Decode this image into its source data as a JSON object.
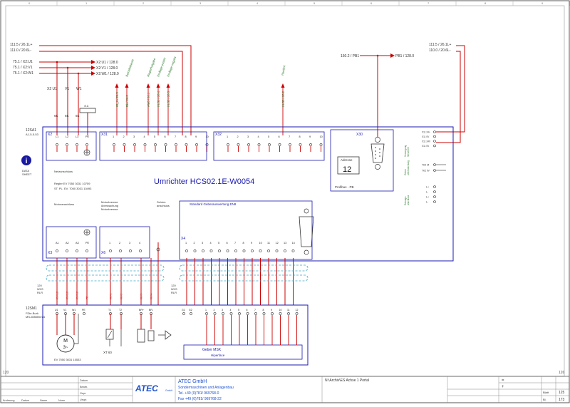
{
  "ruler": {
    "top": [
      "0",
      "1",
      "2",
      "3",
      "4",
      "5",
      "6",
      "7",
      "8",
      "9"
    ],
    "left_mark": "120",
    "right_mark": "126"
  },
  "device": {
    "title": "Umrichter HCS02.1E-W0054",
    "ref": "12SA1",
    "ref_sub": "A1-5-5-53",
    "data_sheet": "DATA\nSHEET",
    "info_icon_label": "i",
    "left_notes": [
      "Netzanschluss",
      "Regler EV 7050 3031 10759",
      "ST. PL. EV. 7050 3031 10493"
    ],
    "address_label": "Adresse",
    "address_value": "12",
    "profibus_label": "Profibus - PB",
    "encoder_title": "Standard Geberauswertung EN8",
    "lower_labels": [
      "Motoranschluss",
      "Motorbremse\nüberwachung\nMotorbremse",
      "Schirm\nanschluss"
    ]
  },
  "connectors": {
    "x2": "X2",
    "x31": "X31",
    "x32": "X32",
    "x30": "X30",
    "x3": "X3",
    "x6": "X6",
    "x4": "X4",
    "x2_pins": [
      "L1",
      "L2",
      "L3",
      "PE"
    ],
    "x31_pins": [
      "1",
      "2",
      "3",
      "4",
      "5",
      "6",
      "7",
      "8",
      "9",
      "10"
    ],
    "x32_pins": [
      "1",
      "2",
      "3",
      "4",
      "5",
      "6",
      "7",
      "8",
      "9",
      "10"
    ],
    "x3_pins": [
      "A1",
      "A2",
      "A3",
      "PE"
    ],
    "x6_pins": [
      "1",
      "2",
      "3",
      "4"
    ],
    "x4_pins": [
      "1",
      "2",
      "3",
      "4",
      "5",
      "6",
      "7",
      "8",
      "9",
      "10",
      "11",
      "12",
      "13",
      "14"
    ],
    "x31_signals": [
      "IO_II / 26.3",
      "Bb / 26.2",
      "AM0 / 26.1",
      "HLS1 / 26.4",
      "HLS2 / 26.5"
    ],
    "x31_signal_tags": [
      "Betriebsbereit",
      "Reglerfreigabe",
      "Endlage positiv",
      "Endlage negativ"
    ],
    "x32_signal": "HLS2 / 26.2",
    "x32_tag": "Rastiert"
  },
  "supply": {
    "left": [
      "111.5 / 26.1L+",
      "111.0 / 20.6L-"
    ],
    "right": [
      "111.5 / 26.1L+",
      "110.0 / 20.6L-"
    ],
    "phases_left": [
      "75.1 / X2:U1",
      "75.1 / X2:V1",
      "75.1 / X2:W1"
    ],
    "phases_right": [
      "X2:U1 / 128.0",
      "X2:V1 / 128.0",
      "X2:W1 / 128.0"
    ],
    "pb_left": "150.2 / PB1",
    "pb_right": "PB1 / 128.0",
    "x2_taps": [
      "X2 U1",
      "V1",
      "W1"
    ],
    "fuse_label": "4.1",
    "x2_taps_sub": [
      "6K",
      "6K",
      "6K"
    ]
  },
  "motor": {
    "ref": "12SM1",
    "sub": "FDie-Burk\nMS-6550Brm-6",
    "symbol_top": "M",
    "symbol_bottom": "3~",
    "part_number": "EV 7050 3031 10533",
    "brake_label": "XT 60",
    "encoder_box": "Geber MSK",
    "encoder_sub": "Hiperface",
    "cable_labels": [
      "X3 / 1.2",
      "X3 / 2.2",
      "X3 / 3.2",
      "PE",
      "X6 / 1",
      "X6 / 2",
      "X6 / 3",
      "X6 / 4"
    ],
    "cable_left_tag": "120\nW1S\nRLR",
    "cable_right_tag": "120\nW1S\nRLR",
    "lower_pins": [
      "U1",
      "V1",
      "W1",
      "PE",
      "T1",
      "T2",
      "BR+",
      "BR-",
      "G1",
      "G2"
    ],
    "encoder_pins": [
      "1",
      "2",
      "3",
      "4",
      "5",
      "6",
      "7",
      "8",
      "9",
      "10",
      "11",
      "12"
    ]
  },
  "right_side": {
    "terms": [
      "X11 24+",
      "X11 0V",
      "X11 24V",
      "X11 0V"
    ],
    "terms_b": [
      "TKZ 24",
      "TKZ 0V"
    ],
    "terms_c": [
      "L+",
      "L-",
      "L+",
      "L-"
    ],
    "notes": [
      "Versorgung\nSteuerteil",
      "Geber\nueberwachung",
      "Erdungs-\nanschluss"
    ]
  },
  "titleblock": {
    "company": "ATEC GmbH",
    "company_sub": "Sondermaschinen und Anlagenbau",
    "tel": "Tel. +49 (0)781/ 969768-0",
    "fax": "Fax +49 (0)781/ 969768-22",
    "logo": "ATEC",
    "logo_small": "GmbH",
    "project": "N:\\Archiv\\ES Achse 1 Portal",
    "rev_labels": [
      "Änderung",
      "Datum",
      "Name",
      "Norm"
    ],
    "date_labels": [
      "Datum",
      "Bearb.",
      "Gepr.",
      "Urspr."
    ],
    "sheet_labels": [
      "Blatt",
      "Bl."
    ],
    "sheet_values": [
      "125",
      "173"
    ],
    "eq_marks": [
      "=",
      "+"
    ]
  }
}
